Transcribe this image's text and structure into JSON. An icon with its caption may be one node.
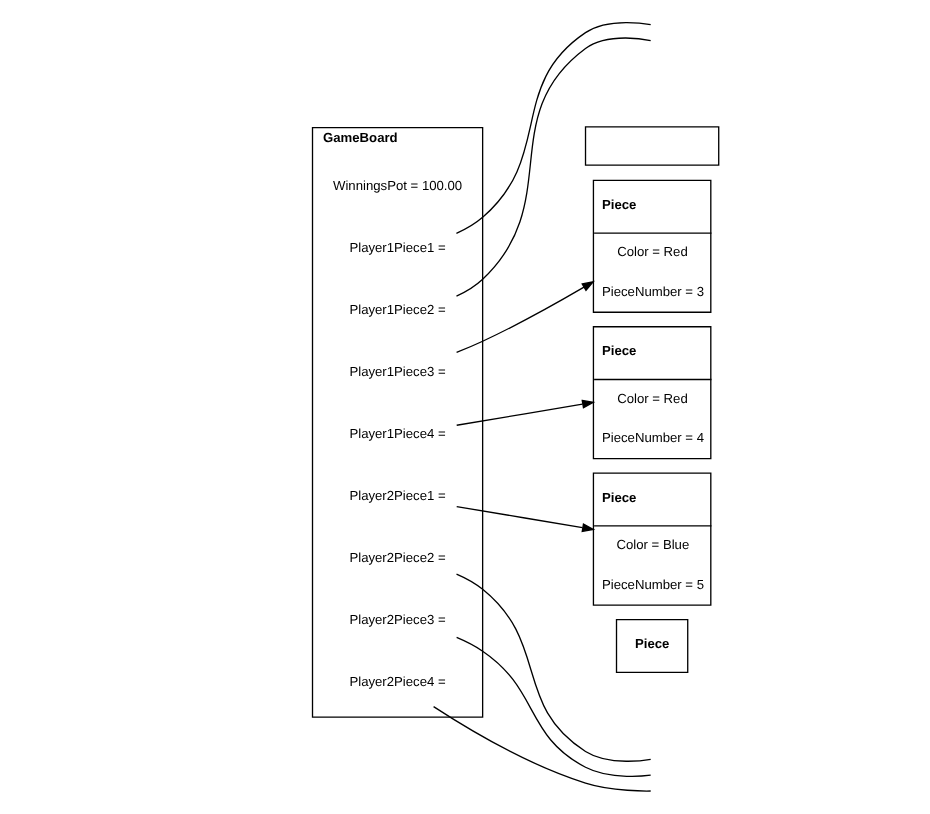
{
  "diagram": {
    "nodes": [
      {
        "text": [
          "GameBoard"
        ]
      },
      {
        "text": [
          "Player1Piece1 ="
        ],
        "in": 0
      },
      {
        "text": [
          "Player1Piece2 ="
        ],
        "in": 0
      },
      {
        "text": [
          "Player1Piece3 ="
        ],
        "in": 0
      },
      {
        "text": [
          "Player1Piece4 ="
        ],
        "in": 0
      },
      {
        "text": [
          "Player2Piece1 ="
        ],
        "in": 0
      },
      {
        "text": [
          "Player2Piece2 ="
        ],
        "in": 0
      },
      {
        "text": [
          "Player2Piece3 ="
        ],
        "in": 0
      },
      {
        "text": [
          "Player2Piece4 ="
        ],
        "in": 0
      },
      {
        "text": [
          "WinningsPot = 100.00"
        ],
        "in": 0
      },
      {
        "text": [],
        "shape": "box"
      },
      {
        "text": [
          "Piece",
          "Color = Red",
          "PieceNumber = 3"
        ]
      },
      {
        "text": [
          "Piece",
          "Color = Red",
          "PieceNumber = 4"
        ]
      },
      {
        "text": [
          "Piece",
          "Color = Blue",
          "PieceNumber = 5"
        ]
      },
      {
        "text": [
          "Piece"
        ]
      }
    ],
    "edges": [
      {
        "from": 1,
        "to": null,
        "arrow": "none"
      },
      {
        "from": 2,
        "to": null,
        "arrow": "none"
      },
      {
        "from": 3,
        "to": 11,
        "arrow": "to"
      },
      {
        "from": 4,
        "to": 12,
        "arrow": "to"
      },
      {
        "from": 5,
        "to": 13,
        "arrow": "to"
      },
      {
        "from": 6,
        "to": null,
        "arrow": "none"
      },
      {
        "from": 7,
        "to": null,
        "arrow": "none"
      },
      {
        "from": 8,
        "to": null,
        "arrow": "none"
      }
    ]
  }
}
